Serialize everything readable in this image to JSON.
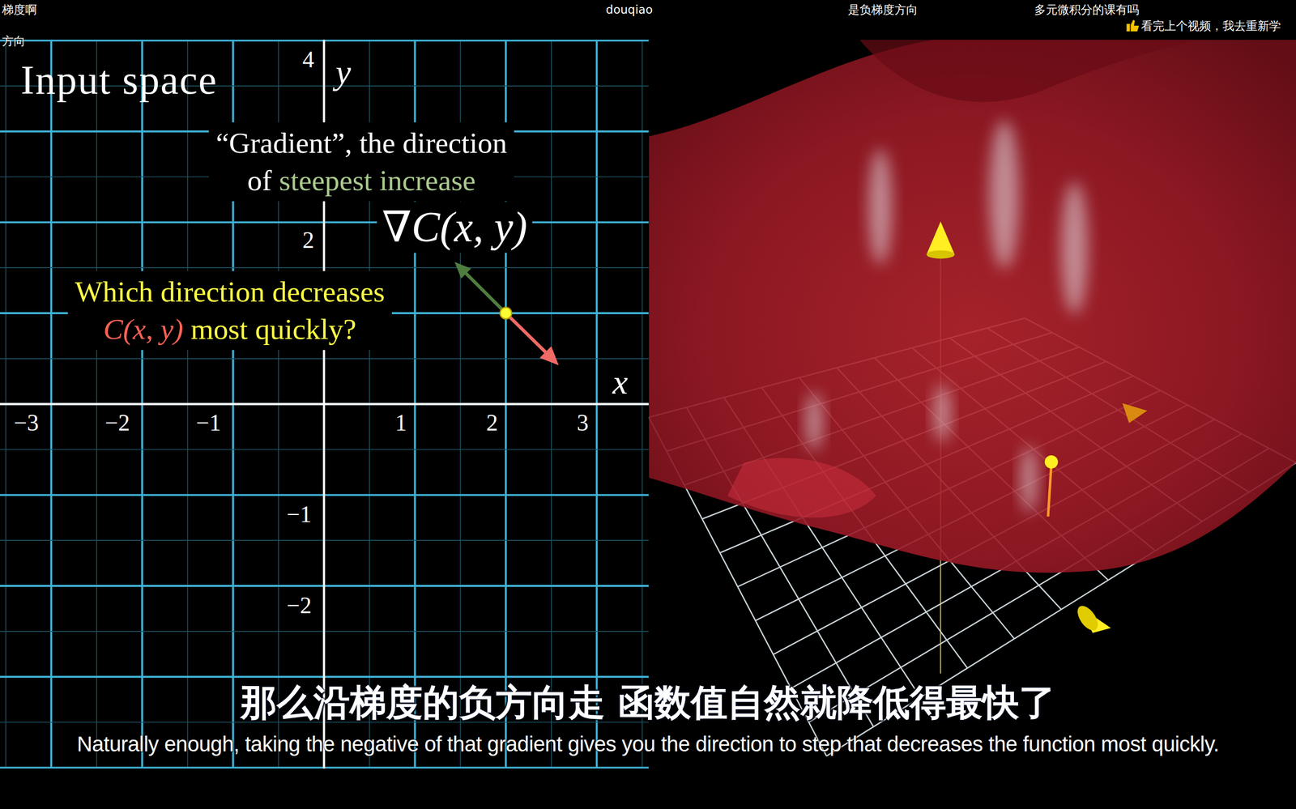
{
  "diagram": {
    "title": "Input space",
    "labels": [
      "梯度啊",
      "douqiao",
      "是负梯度方向",
      "多元微积分的课有吗",
      "方向",
      "看完上个视频，我去重新学",
      "4",
      "y",
      "“Gradient”, the direction of steepest increase",
      "2",
      "∇C(x, y)",
      "Which direction decreases C(x, y) most quickly?",
      "x",
      "−3",
      "−2",
      "−1",
      "1",
      "2",
      "3",
      "−1",
      "−2",
      "那么沿梯度的负方向走 函数值自然就降低得最快了",
      "Naturally enough, taking the negative of that gradient gives you the direction to step that decreases the function most quickly."
    ]
  }
}
